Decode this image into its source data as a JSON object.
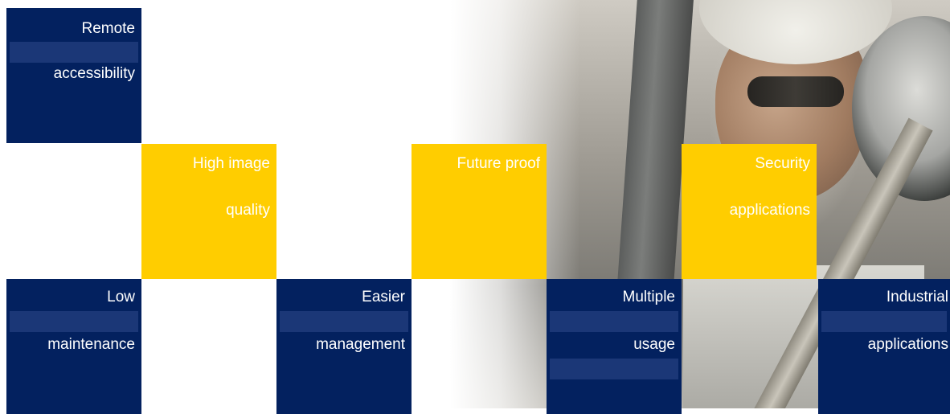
{
  "tiles": {
    "remote": {
      "line1": "Remote",
      "line2": "accessibility"
    },
    "image_quality": {
      "line1": "High image",
      "line2": "quality"
    },
    "future_proof": {
      "line1": "Future proof"
    },
    "security": {
      "line1": "Security",
      "line2": "applications"
    },
    "low_maintenance": {
      "line1": "Low",
      "line2": "maintenance"
    },
    "easier_management": {
      "line1": "Easier",
      "line2": "management"
    },
    "multiple_usage": {
      "line1": "Multiple",
      "line2": "usage"
    },
    "industrial": {
      "line1": "Industrial",
      "line2": "applications"
    }
  },
  "colors": {
    "navy": "#03215f",
    "navy_stripe": "#1b3777",
    "yellow": "#ffcd00",
    "text": "#ffffff"
  },
  "image": {
    "subject": "technician-with-dome-camera-photo"
  }
}
